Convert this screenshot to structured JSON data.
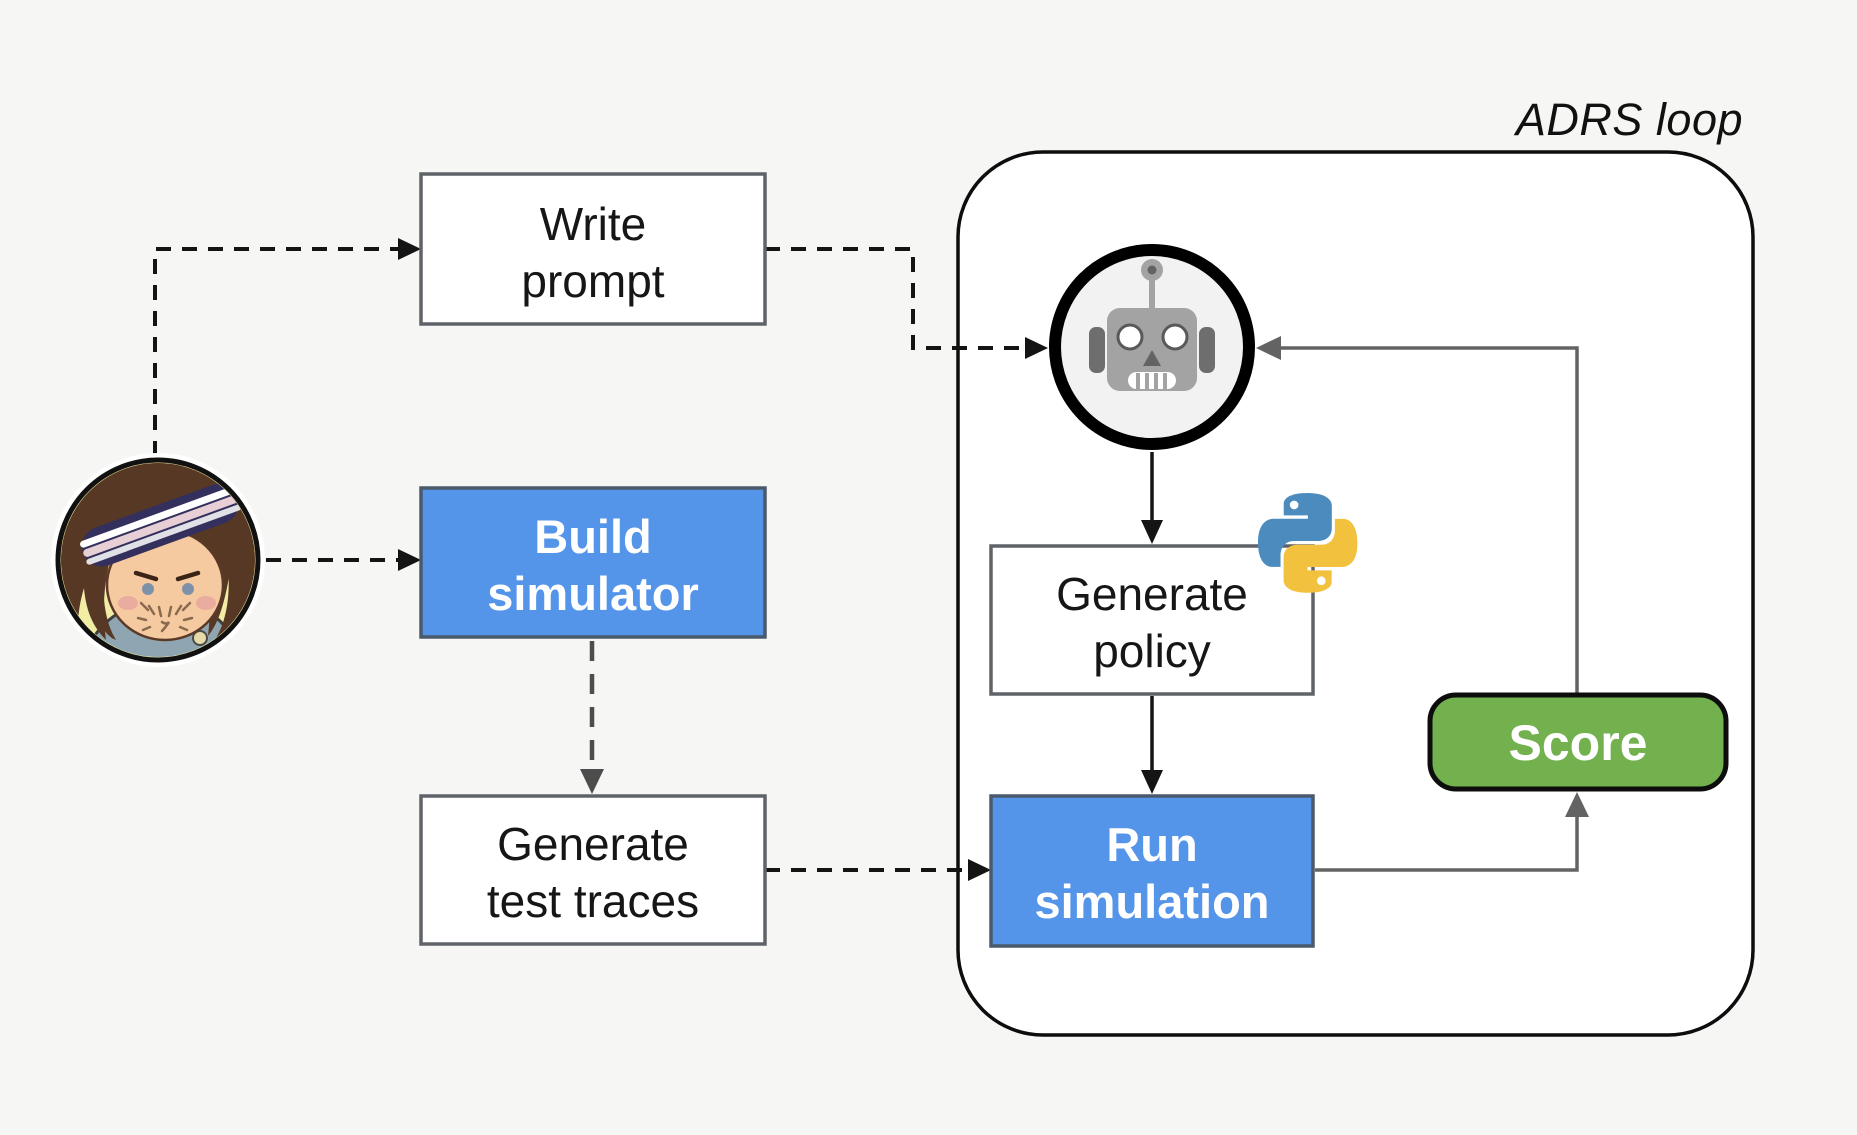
{
  "loop_label": "ADRS loop",
  "nodes": {
    "write_prompt": {
      "line1": "Write",
      "line2": "prompt"
    },
    "build_simulator": {
      "line1": "Build",
      "line2": "simulator"
    },
    "generate_test_traces": {
      "line1": "Generate",
      "line2": "test traces"
    },
    "generate_policy": {
      "line1": "Generate",
      "line2": "policy"
    },
    "run_simulation": {
      "line1": "Run",
      "line2": "simulation"
    },
    "score": {
      "label": "Score"
    }
  },
  "icons": {
    "user_avatar": "cartoon-person-avatar",
    "robot": "robot-head-icon",
    "python": "python-logo-icon"
  },
  "edges": [
    {
      "from": "user-avatar",
      "to": "write-prompt",
      "style": "dashed-black"
    },
    {
      "from": "user-avatar",
      "to": "build-simulator",
      "style": "dashed-black"
    },
    {
      "from": "write-prompt",
      "to": "robot",
      "style": "dashed-black"
    },
    {
      "from": "build-simulator",
      "to": "generate-test-traces",
      "style": "dashed-gray"
    },
    {
      "from": "generate-test-traces",
      "to": "run-simulation",
      "style": "dashed-black"
    },
    {
      "from": "robot",
      "to": "generate-policy",
      "style": "solid-black"
    },
    {
      "from": "generate-policy",
      "to": "run-simulation",
      "style": "solid-black"
    },
    {
      "from": "run-simulation",
      "to": "score",
      "style": "solid-gray"
    },
    {
      "from": "score",
      "to": "robot",
      "style": "solid-gray"
    }
  ],
  "colors": {
    "background": "#f6f6f4",
    "box_blue": "#5494e9",
    "box_blue_border": "#4a5a6a",
    "box_green": "#72b14e",
    "box_white": "#ffffff",
    "box_border_gray": "#5f6368",
    "container_fill": "#ffffff",
    "container_border": "#0d0d0d",
    "arrow_black": "#141414",
    "arrow_gray": "#636363",
    "arrow_gray_dark": "#4d4d4d",
    "text_dark": "#161616",
    "text_white": "#ffffff",
    "python_blue": "#4b8bbe",
    "python_yellow": "#f2c13d",
    "robot_gray": "#a3a3a3",
    "avatar_yellow": "#f2eda4"
  }
}
